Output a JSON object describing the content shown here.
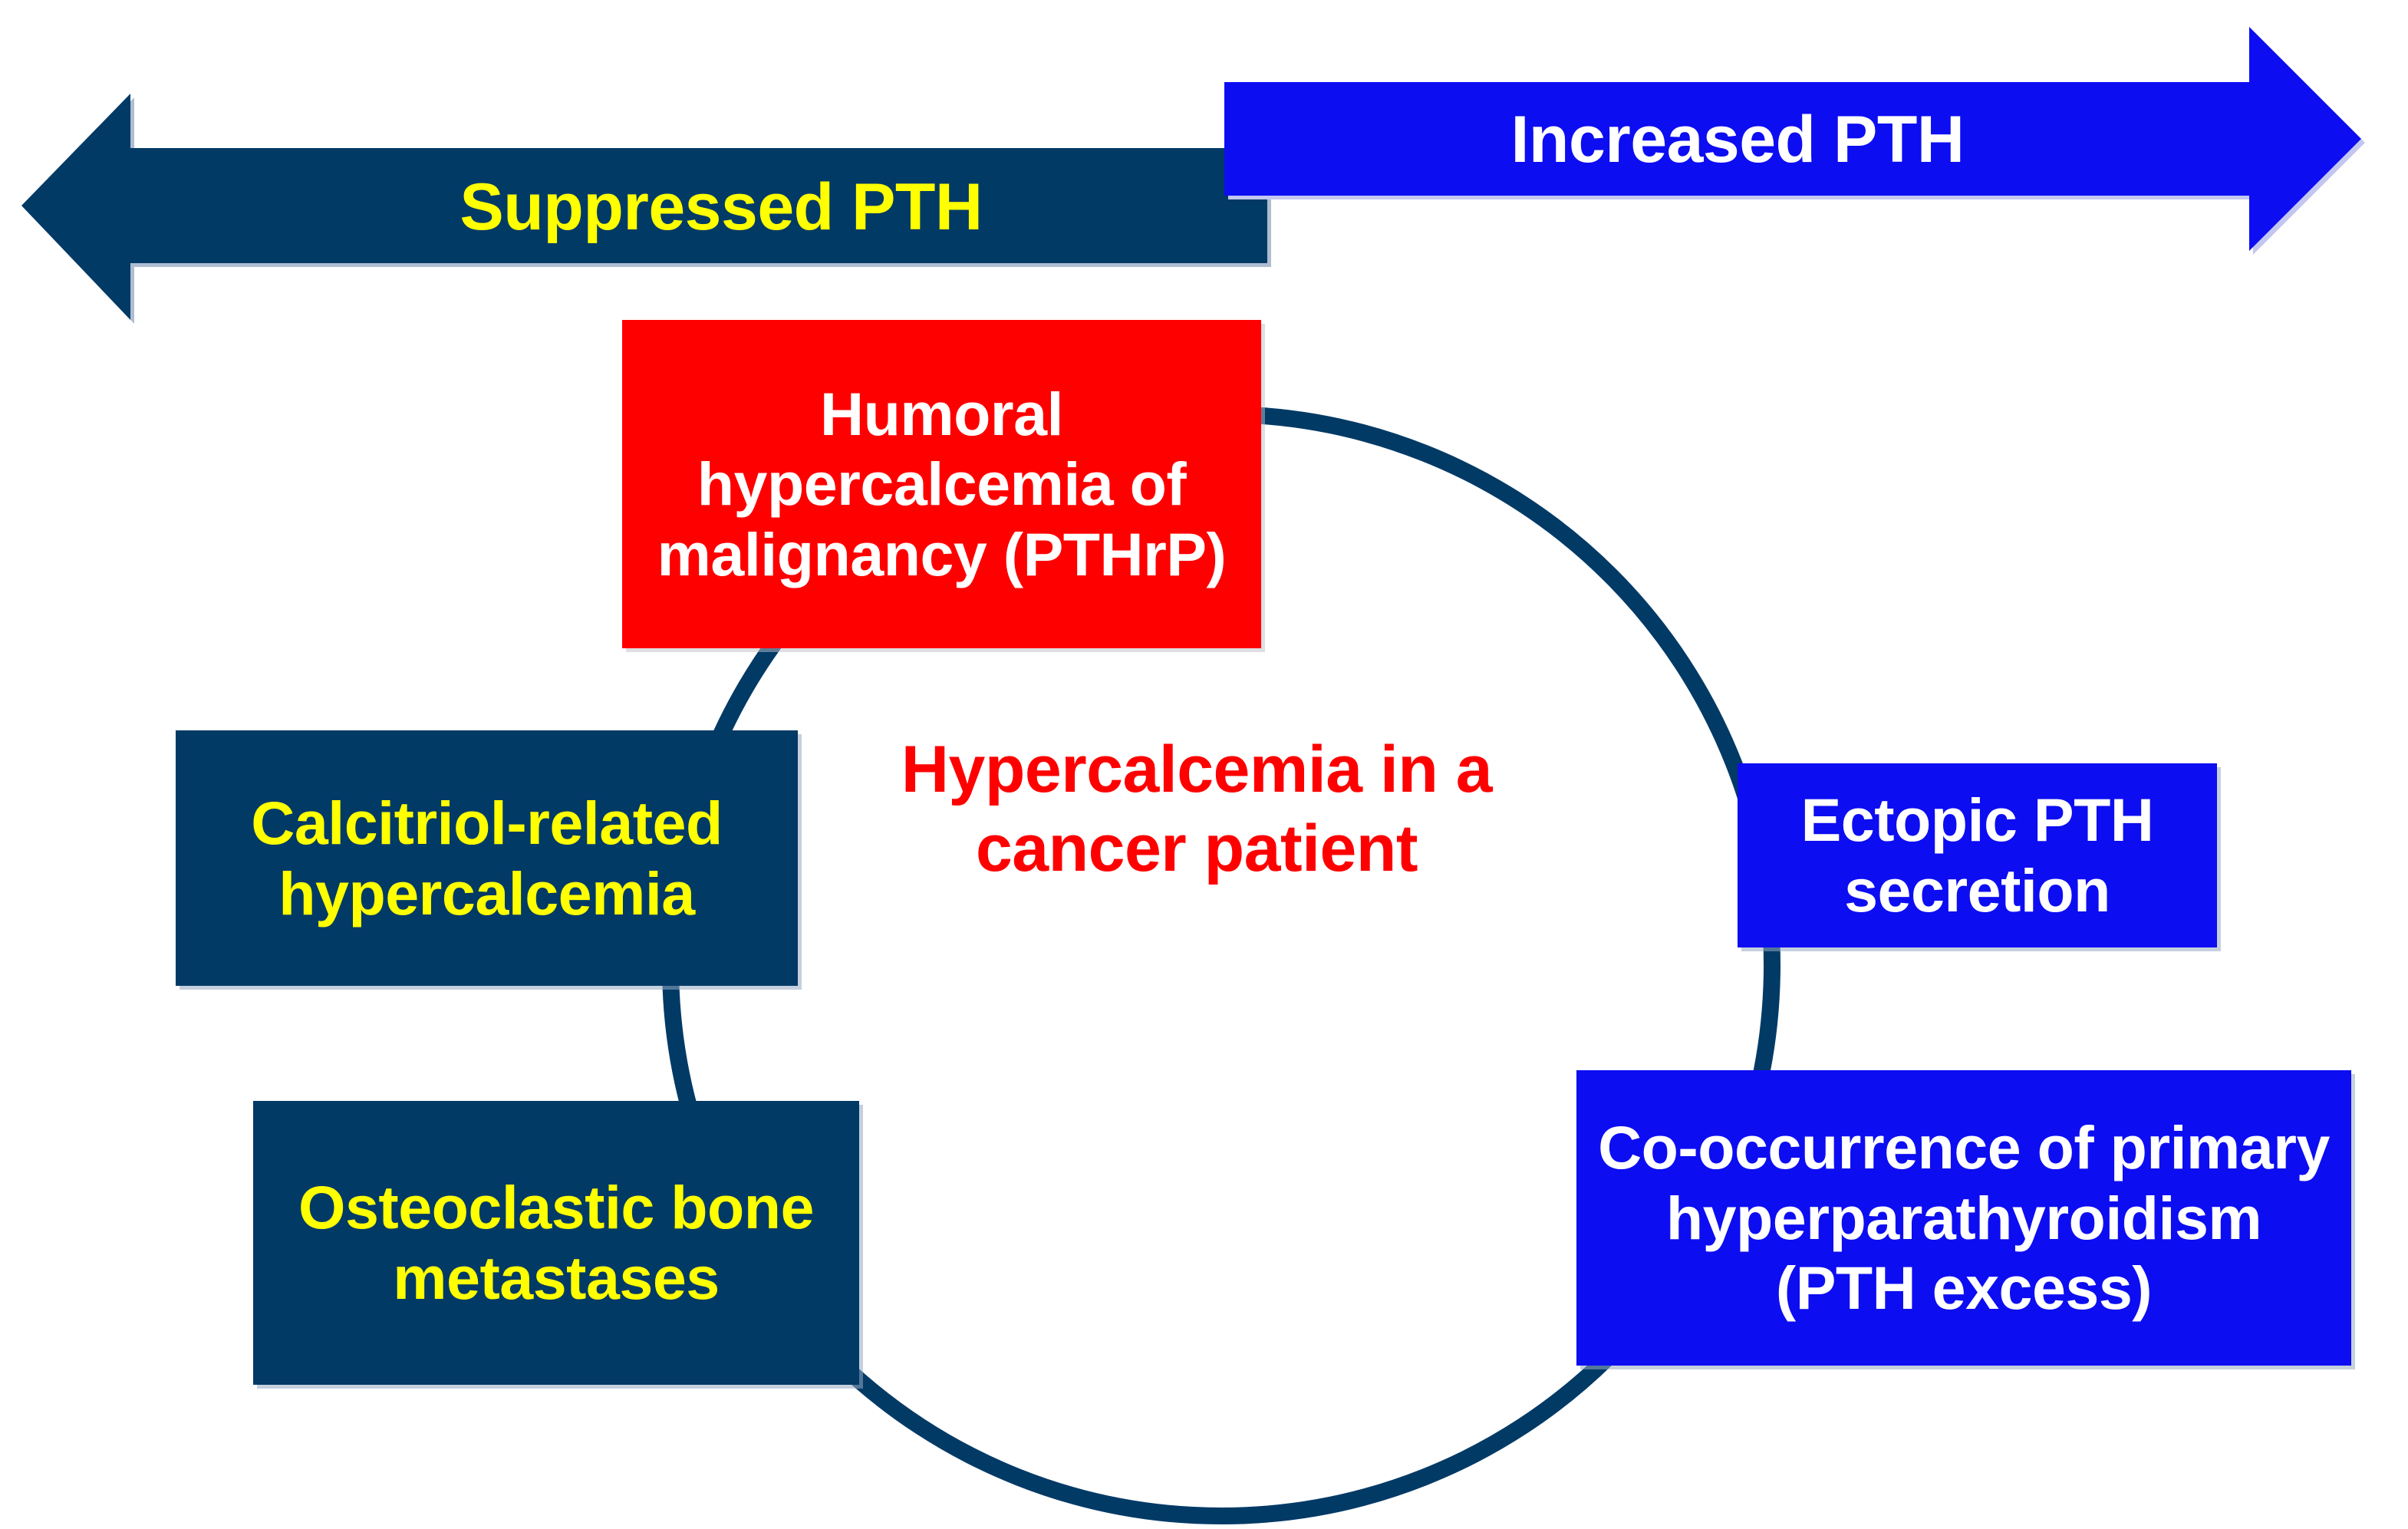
{
  "diagram": {
    "title_center": "Hypercalcemia in a\ncancer patient",
    "arrows": [
      {
        "id": "suppressed-pth",
        "label": "Suppressed PTH",
        "direction": "left",
        "fill": "#023A66",
        "text_color": "#FFFF00"
      },
      {
        "id": "increased-pth",
        "label": "Increased PTH",
        "direction": "right",
        "fill": "#0D0DF2",
        "text_color": "#FFFFFF"
      }
    ],
    "nodes": [
      {
        "id": "humoral-hypercalcemia",
        "label": "Humoral\nhypercalcemia of\nmalignancy (PTHrP)",
        "fill": "#FE0000",
        "text_color": "#FFFFFF"
      },
      {
        "id": "calcitriol-related",
        "label": "Calcitriol-related\nhypercalcemia",
        "fill": "#023A66",
        "text_color": "#FFFF00"
      },
      {
        "id": "osteoclastic-bone-metastases",
        "label": "Osteoclastic  bone\nmetastases",
        "fill": "#023A66",
        "text_color": "#FFFF00"
      },
      {
        "id": "ectopic-pth-secretion",
        "label": "Ectopic PTH\nsecretion",
        "fill": "#0D0DF2",
        "text_color": "#FFFFFF"
      },
      {
        "id": "co-occurrence-primary-hpt",
        "label": "Co-occurrence of primary\nhyperparathyroidism\n(PTH excess)",
        "fill": "#0D0DF2",
        "text_color": "#FFFFFF"
      }
    ],
    "ring": {
      "stroke": "#023A66",
      "stroke_width": 22
    },
    "colors": {
      "navy": "#023A66",
      "blue": "#0D0DF2",
      "red": "#FE0000",
      "yellow": "#FFFF00",
      "white": "#FFFFFF",
      "shadow": "#AEBDD0"
    }
  },
  "chart_data": {
    "type": "diagram",
    "title": "Hypercalcemia in a cancer patient",
    "description": "Radial concept map: five causes of hypercalcemia in cancer arranged around a central ring, split by PTH status via two opposing horizontal arrows.",
    "axis": {
      "left_arrow": "Suppressed PTH",
      "right_arrow": "Increased PTH"
    },
    "groups": [
      {
        "name": "Suppressed PTH",
        "color": "#023A66",
        "items": [
          "Humoral hypercalcemia of malignancy (PTHrP)",
          "Calcitriol-related hypercalcemia",
          "Osteoclastic  bone metastases"
        ]
      },
      {
        "name": "Increased PTH",
        "color": "#0D0DF2",
        "items": [
          "Ectopic PTH secretion",
          "Co-occurrence of primary hyperparathyroidism (PTH excess)"
        ]
      }
    ]
  }
}
